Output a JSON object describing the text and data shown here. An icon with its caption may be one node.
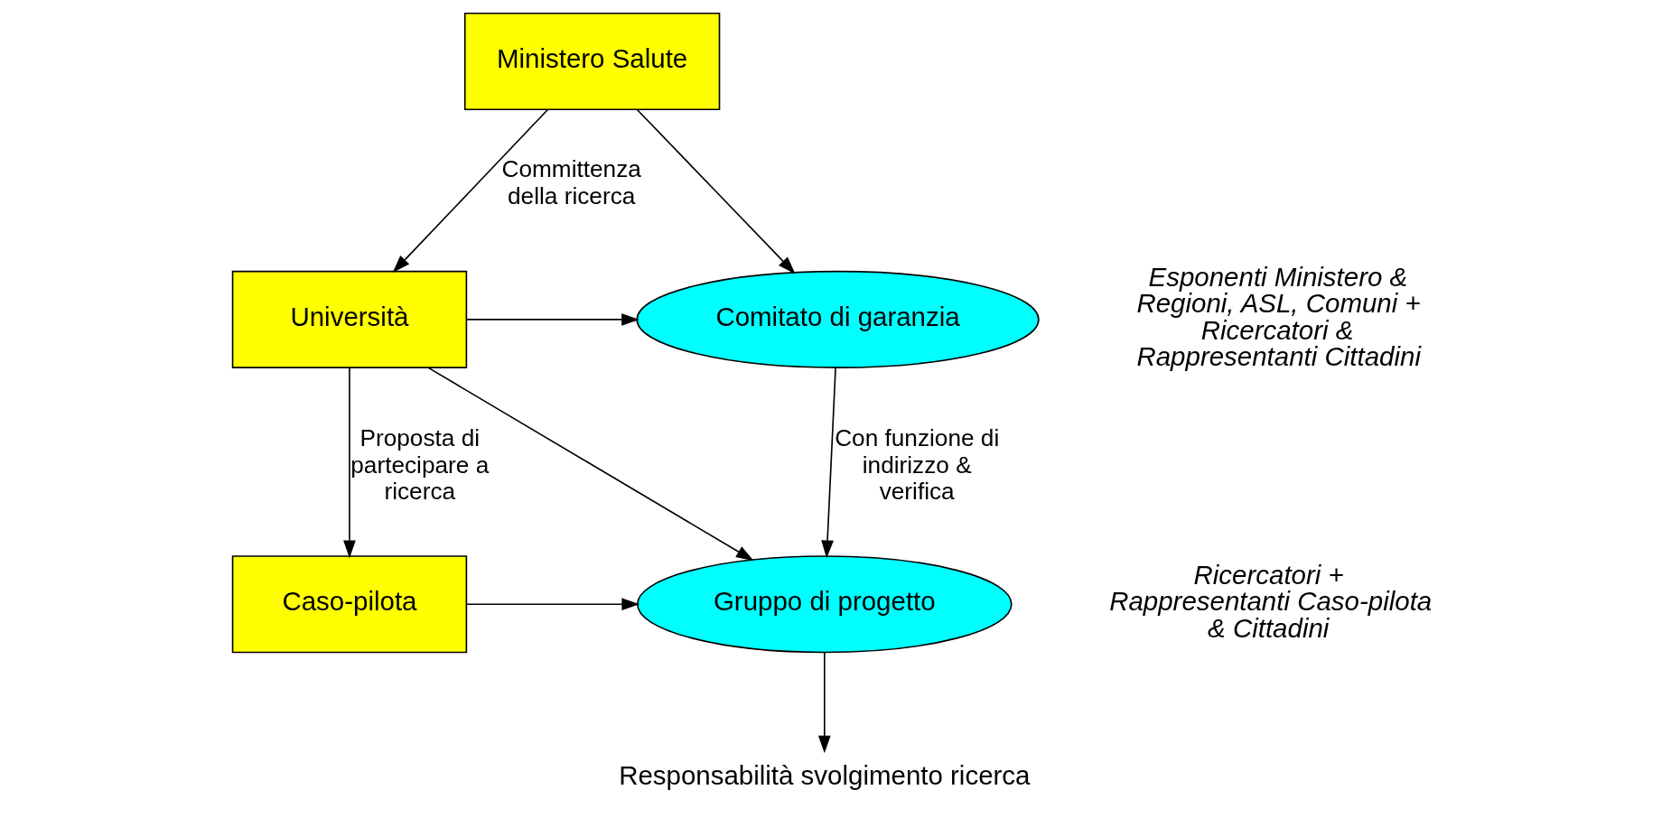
{
  "diagram": {
    "nodes": [
      {
        "text": [
          "Ministero Salute"
        ]
      },
      {
        "text": [
          "Università"
        ]
      },
      {
        "text": [
          "Caso-pilota"
        ]
      },
      {
        "text": [
          "Comitato di garanzia"
        ],
        "beside": [
          "Esponenti Ministero & Regioni, ASL, Comuni + Ricercatori & Rappresentanti Cittadini"
        ]
      },
      {
        "text": [
          "Gruppo di progetto"
        ],
        "beside": [
          "Ricercatori + Rappresentanti Caso-pilota & Cittadini"
        ]
      },
      {
        "text": [
          "Responsabilità svolgimento ricerca"
        ]
      }
    ],
    "edges": [
      {
        "from": 0,
        "to": 1,
        "arrow": "to",
        "label": "Committenza della ricerca"
      },
      {
        "from": 1,
        "to": 2,
        "arrow": "to",
        "label": "Proposta di partecipare a ricerca"
      },
      {
        "from": 0,
        "to": 3,
        "arrow": "to"
      },
      {
        "from": 1,
        "to": 3,
        "arrow": "to"
      },
      {
        "from": 1,
        "to": 4,
        "arrow": "to"
      },
      {
        "from": 2,
        "to": 4,
        "arrow": "to"
      },
      {
        "from": 3,
        "to": 4,
        "arrow": "to",
        "label": "Con funzione di indirizzo & verifica"
      },
      {
        "from": 4,
        "to": 5,
        "arrow": "to"
      }
    ]
  }
}
